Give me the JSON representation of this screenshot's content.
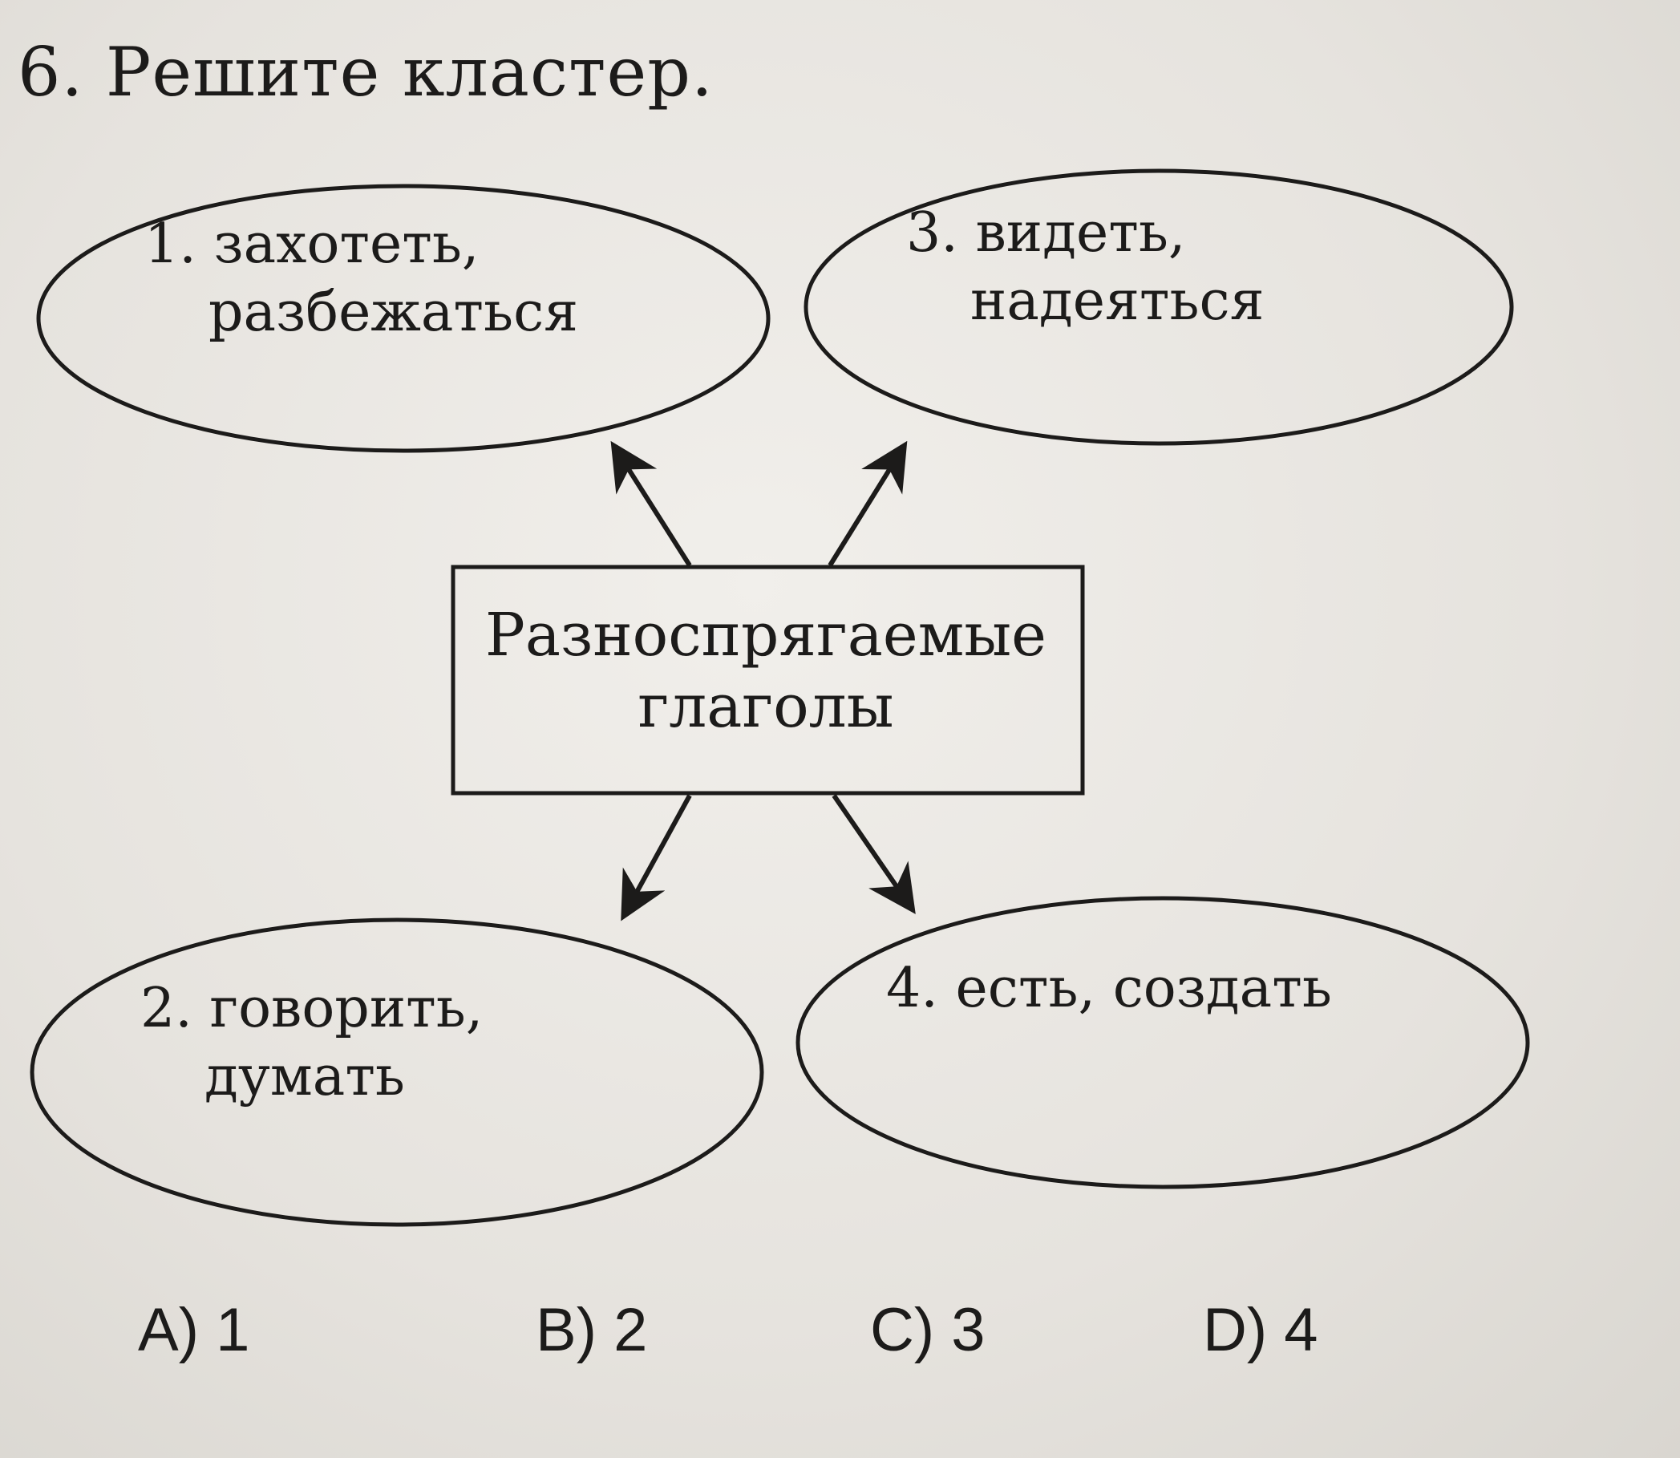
{
  "title": "6. Решите кластер.",
  "center": {
    "line1": "Разноспрягаемые",
    "line2": "глаголы"
  },
  "nodes": [
    {
      "line1": "1. захотеть,",
      "line2": "разбежаться"
    },
    {
      "line1": "2. говорить,",
      "line2": "думать"
    },
    {
      "line1": "3. видеть,",
      "line2": "надеяться"
    },
    {
      "line1": "4. есть, создать",
      "line2": ""
    }
  ],
  "answers": [
    "A) 1",
    "B) 2",
    "C) 3",
    "D) 4"
  ]
}
